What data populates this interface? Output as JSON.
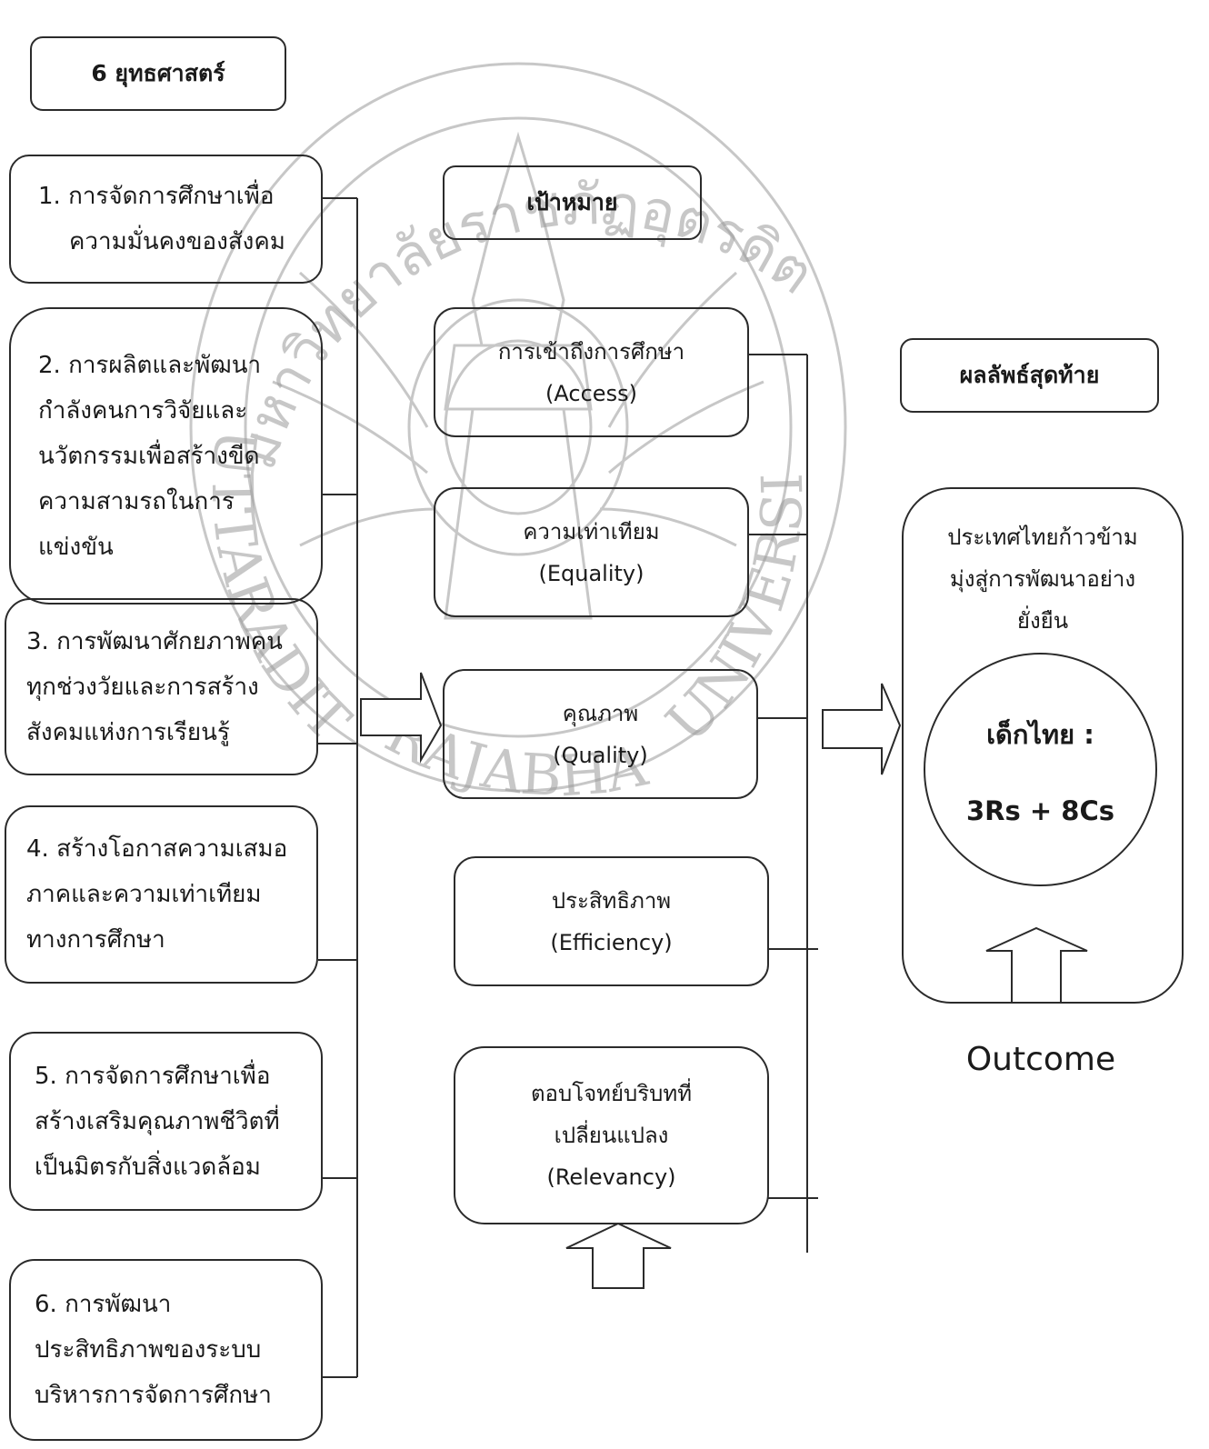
{
  "strategies": {
    "header": "6 ยุทธศาสตร์",
    "items": [
      {
        "lines": [
          "1.  การจัดการศึกษาเพื่อ",
          "ความมั่นคงของสังคม"
        ]
      },
      {
        "lines": [
          "2. การผลิตและพัฒนา",
          "กำลังคนการวิจัยและ",
          "นวัตกรรมเพื่อสร้างขีด",
          "ความสามรถในการ",
          "แข่งขัน"
        ]
      },
      {
        "lines": [
          "3. การพัฒนาศักยภาพคน",
          "ทุกช่วงวัยและการสร้าง",
          "สังคมแห่งการเรียนรู้"
        ]
      },
      {
        "lines": [
          "4. สร้างโอกาสความเสมอ",
          "ภาคและความเท่าเทียม",
          "ทางการศึกษา"
        ]
      },
      {
        "lines": [
          "5. การจัดการศึกษาเพื่อ",
          "สร้างเสริมคุณภาพชีวิตที่",
          "เป็นมิตรกับสิ่งแวดล้อม"
        ]
      },
      {
        "lines": [
          "6. การพัฒนา",
          "ประสิทธิภาพของระบบ",
          "บริหารการจัดการศึกษา"
        ]
      }
    ]
  },
  "goals": {
    "header": "เป้าหมาย",
    "items": [
      {
        "lines": [
          "การเข้าถึงการศึกษา",
          "(Access)"
        ]
      },
      {
        "lines": [
          "ความเท่าเทียม",
          "(Equality)"
        ]
      },
      {
        "lines": [
          "คุณภาพ",
          "(Quality)"
        ]
      },
      {
        "lines": [
          "ประสิทธิภาพ",
          "(Efficiency)"
        ]
      },
      {
        "lines": [
          "ตอบโจทย์บริบทที่",
          "เปลี่ยนแปลง",
          "(Relevancy)"
        ]
      }
    ]
  },
  "result": {
    "header": "ผลลัพธ์สุดท้าย",
    "lines": [
      "ประเทศไทยก้าวข้าม",
      "มุ่งสู่การพัฒนาอย่าง",
      "ยั่งยืน"
    ],
    "circle_title": "เด็กไทย :",
    "circle_value": "3Rs + 8Cs",
    "outcome_label": "Outcome"
  },
  "watermark": {
    "arc_top": "มหาวิทยาลัยราชภัฏอุตรดิตถ์",
    "arc_left": "UTTARADIT",
    "arc_bottom": "RAJABHAT",
    "arc_right": "UNIVERSITY"
  }
}
